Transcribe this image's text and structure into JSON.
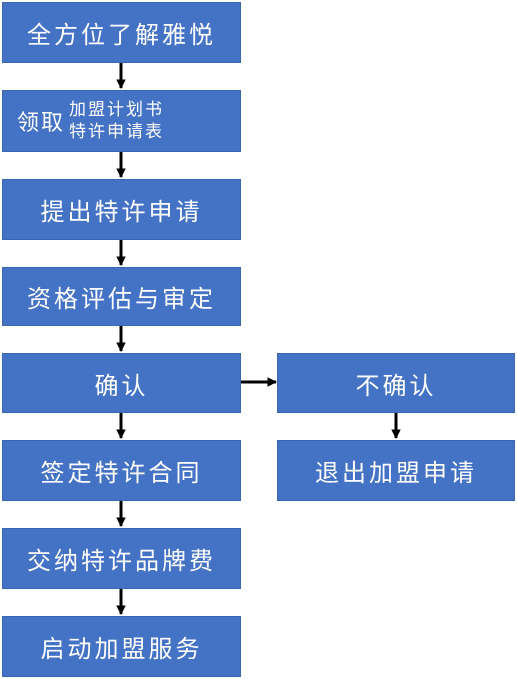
{
  "steps": {
    "s1": "全方位了解雅悦",
    "s2_main": "领取",
    "s2_line1": "加盟计划书",
    "s2_line2": "特许申请表",
    "s3": "提出特许申请",
    "s4": "资格评估与审定",
    "s5": "确认",
    "s6": "签定特许合同",
    "s7": "交纳特许品牌费",
    "s8": "启动加盟服务",
    "n1": "不确认",
    "n2": "退出加盟申请"
  },
  "colors": {
    "box_fill": "#4472c4",
    "arrow": "#000000"
  }
}
